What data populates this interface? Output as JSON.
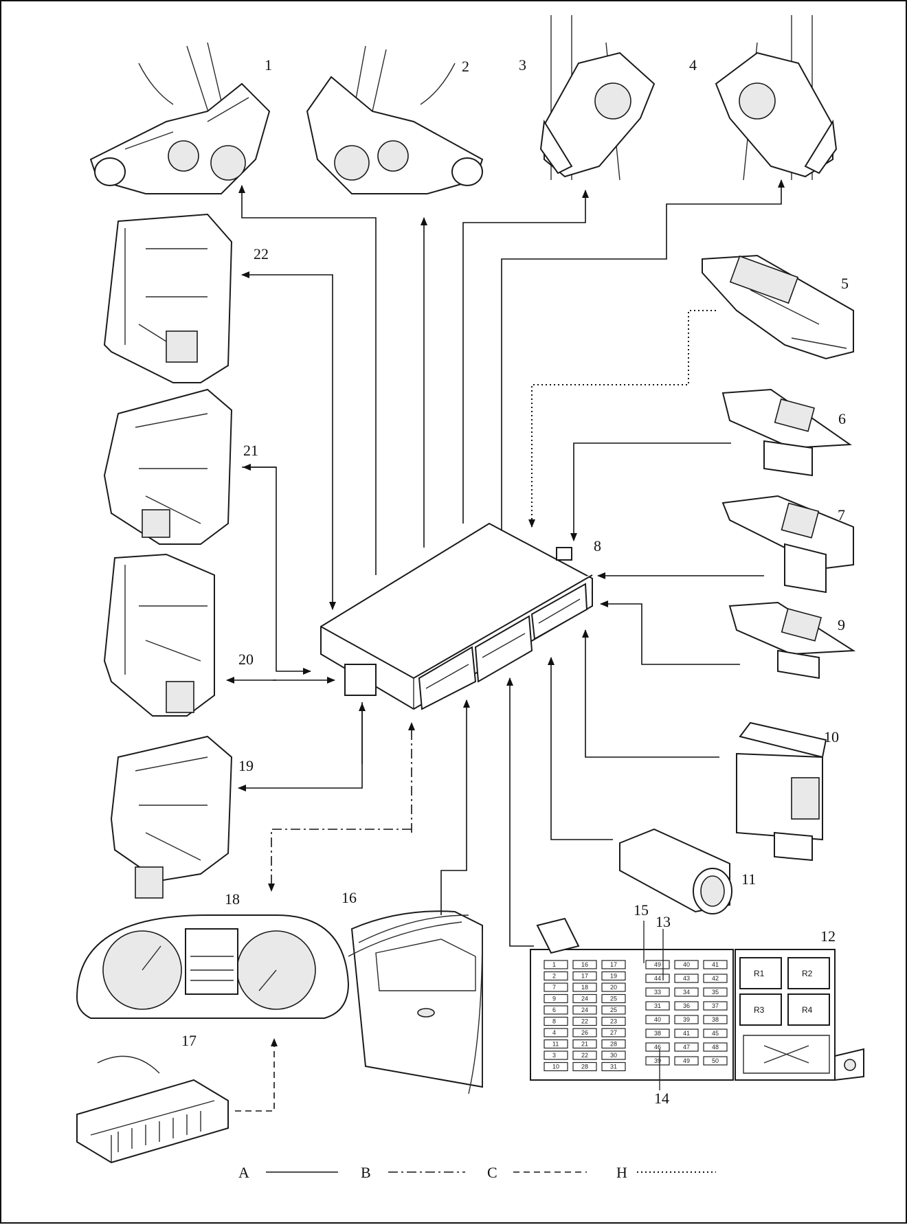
{
  "labels": {
    "c1": "1",
    "c2": "2",
    "c3": "3",
    "c4": "4",
    "c5": "5",
    "c6": "6",
    "c7": "7",
    "c8": "8",
    "c9": "9",
    "c10": "10",
    "c11": "11",
    "c12": "12",
    "c13": "13",
    "c14": "14",
    "c15": "15",
    "c16": "16",
    "c17": "17",
    "c18": "18",
    "c19": "19",
    "c20": "20",
    "c21": "21",
    "c22": "22"
  },
  "legend": {
    "a": "A",
    "b": "B",
    "c": "C",
    "h": "H"
  },
  "relays": {
    "r1": "R1",
    "r2": "R2",
    "r3": "R3",
    "r4": "R4"
  },
  "fuse_numbers_left": [
    "1",
    "16",
    "17",
    "2",
    "17",
    "19",
    "7",
    "18",
    "20",
    "9",
    "24",
    "25",
    "6",
    "24",
    "25",
    "8",
    "22",
    "23",
    "4",
    "26",
    "27",
    "11",
    "21",
    "28",
    "3",
    "22",
    "30",
    "10",
    "28",
    "31"
  ],
  "fuse_numbers_right": [
    "49",
    "40",
    "41",
    "44",
    "43",
    "42",
    "33",
    "34",
    "35",
    "31",
    "36",
    "37",
    "40",
    "39",
    "38",
    "38",
    "41",
    "45",
    "46",
    "47",
    "48",
    "39",
    "49",
    "50"
  ],
  "colors": {
    "line": "#111111",
    "background": "#ffffff"
  }
}
